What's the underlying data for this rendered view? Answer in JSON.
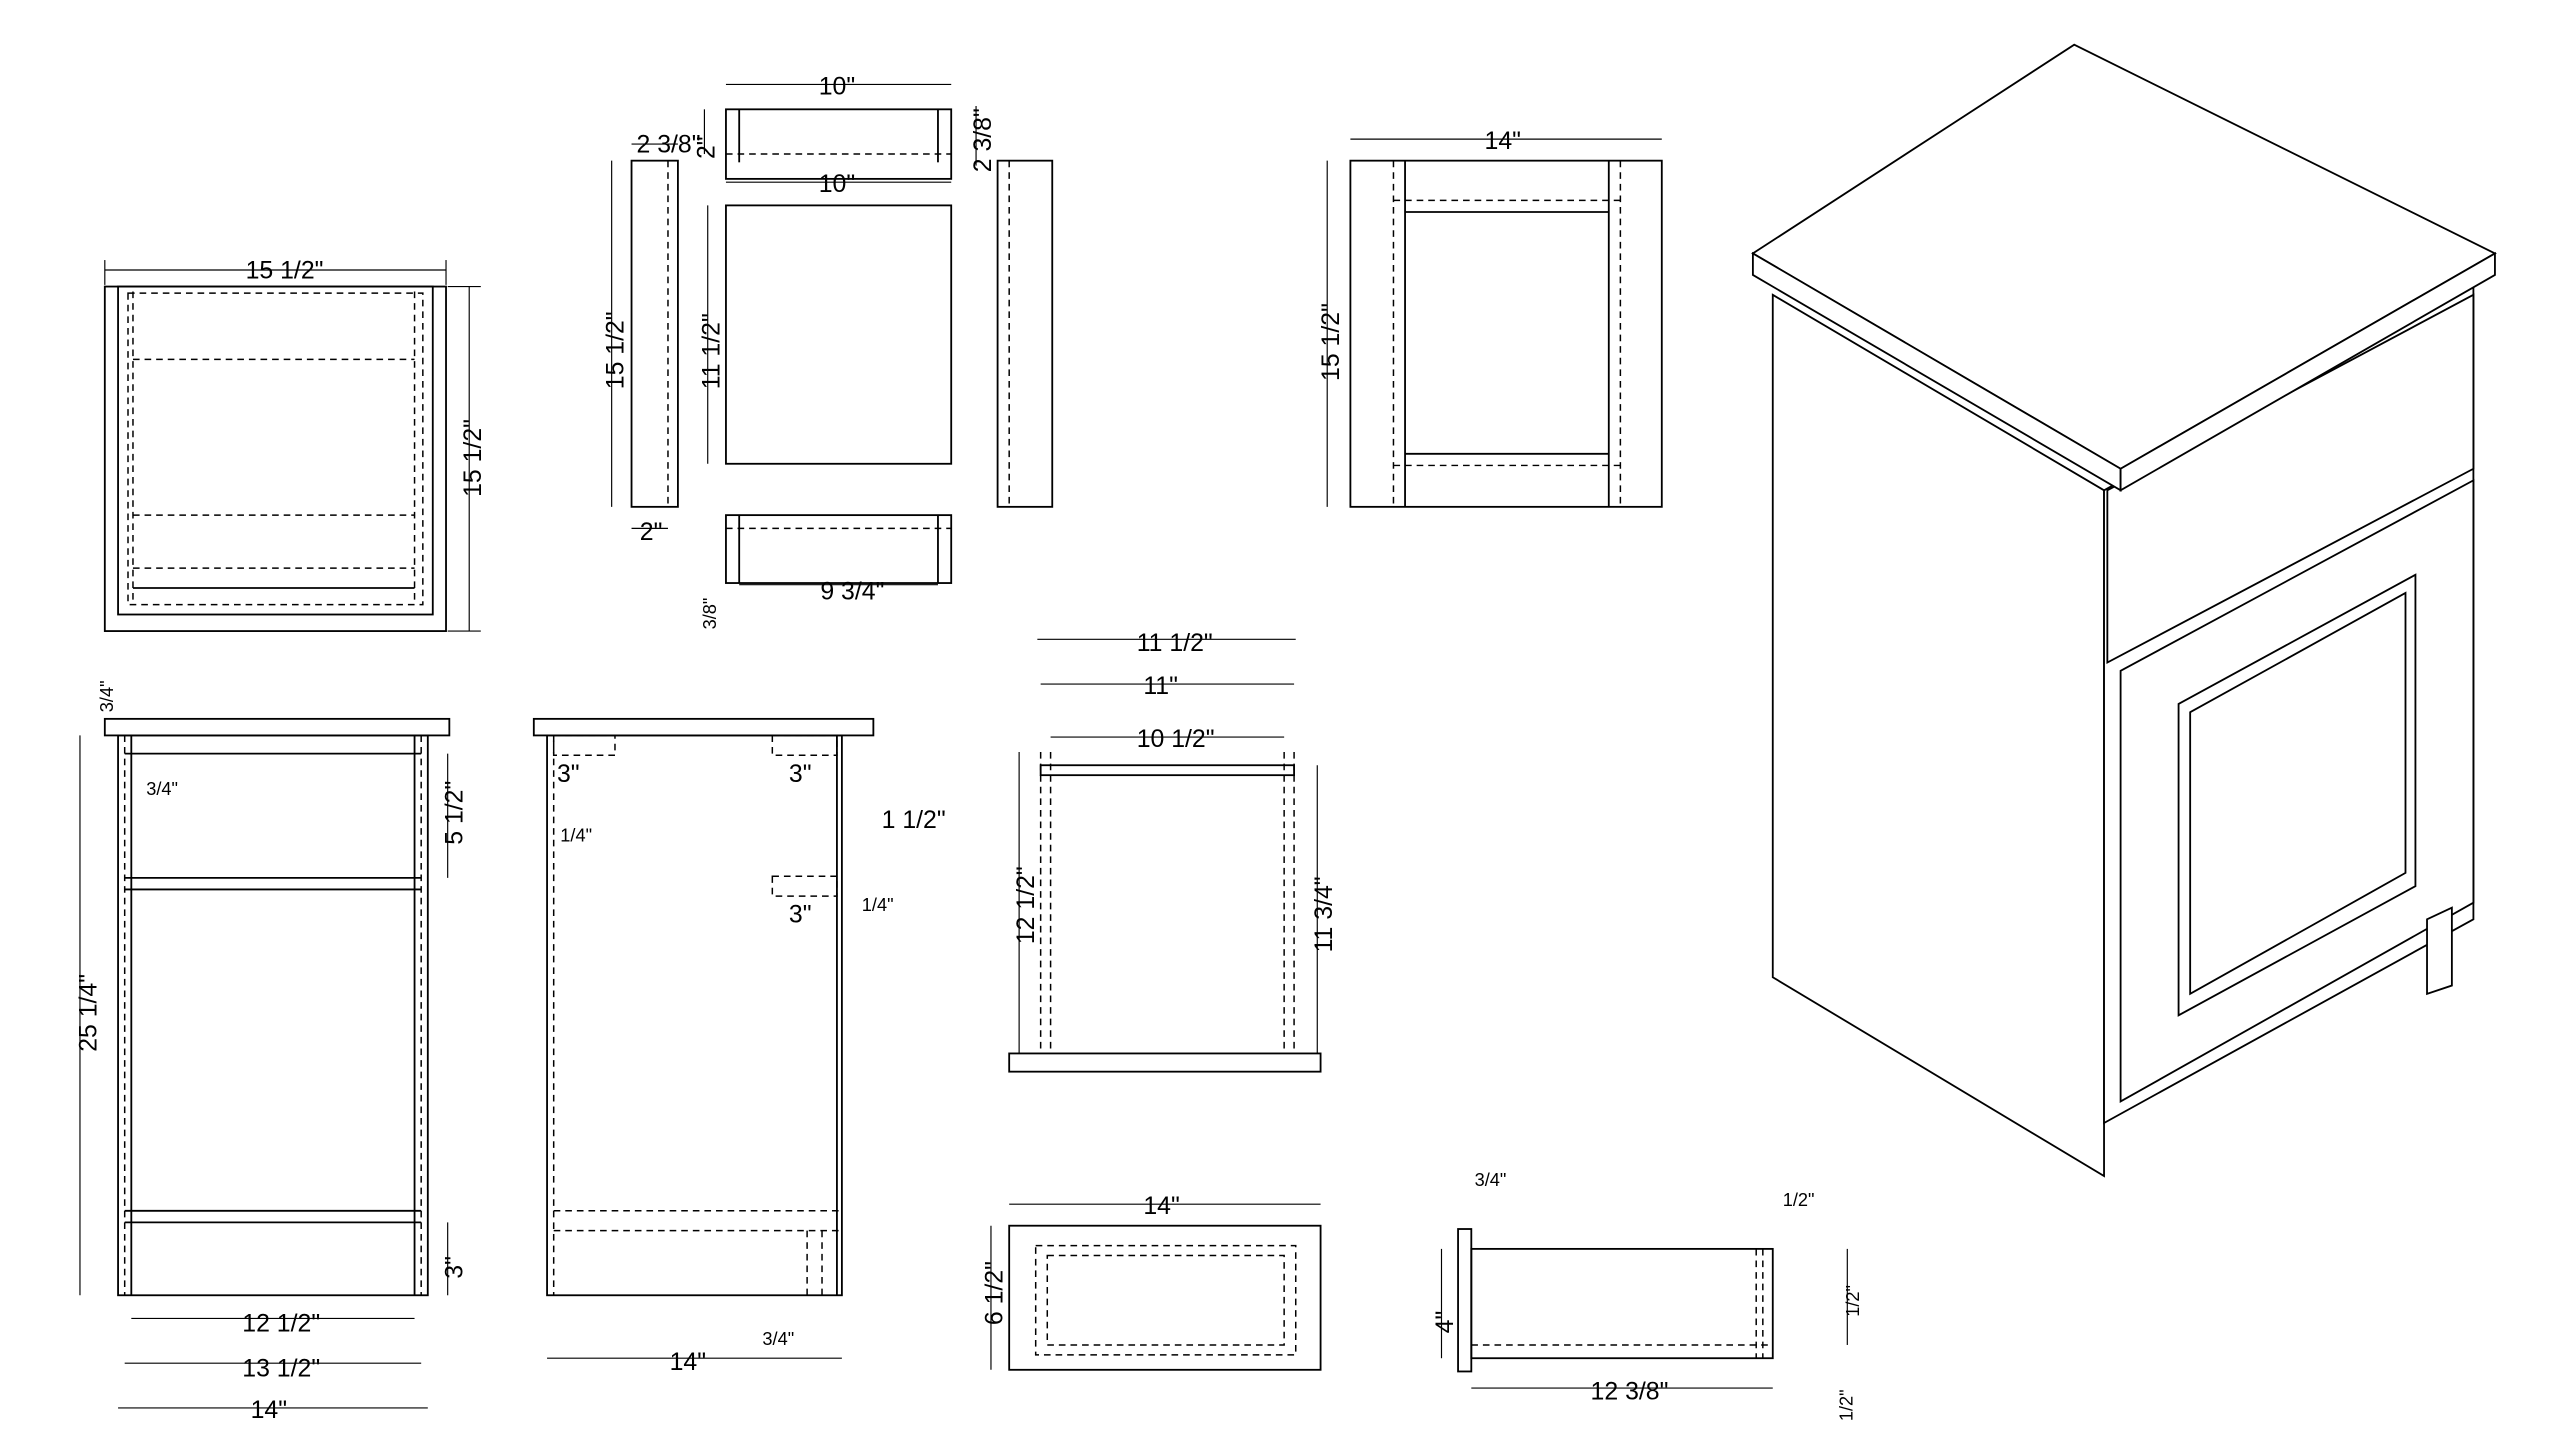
{
  "drawing": {
    "drawer_front_back": {
      "width": "15 1/2\"",
      "height": "15 1/2\""
    },
    "door_parts": {
      "stile_width": "2 3/8\"",
      "stile_height": "15 1/2\"",
      "stile_tenon": "2\"",
      "top_rail_length": "10\"",
      "top_rail_height": "2\"",
      "top_rail_right": "2 3/8\"",
      "panel_width": "10\"",
      "panel_height": "11 1/2\"",
      "bottom_rail_length": "9 3/4\"",
      "bottom_rail_offset": "3/8\""
    },
    "door_assembly": {
      "width": "14\"",
      "height": "15 1/2\""
    },
    "carcass_front": {
      "top_thickness": "3/4\"",
      "side_thickness": "3/4\"",
      "overall_height": "25 1/4\"",
      "drawer_opening": "5 1/2\"",
      "toe_kick": "3\"",
      "inner_width": "12 1/2\"",
      "mid_width": "13 1/2\"",
      "outer_width": "14\""
    },
    "carcass_side": {
      "rail_top_left": "3\"",
      "rail_top_right": "3\"",
      "rail_mid": "3\"",
      "back_groove_top": "1/4\"",
      "back_groove_mid": "1/4\"",
      "overhang": "1 1/2\"",
      "leg": "3/4\"",
      "depth": "14\""
    },
    "drawer_box": {
      "outer_width": "11 1/2\"",
      "mid_width": "11\"",
      "inner_width": "10 1/2\"",
      "height_left": "12 1/2\"",
      "height_right": "11 3/4\""
    },
    "drawer_face": {
      "width": "14\"",
      "height": "6 1/2\""
    },
    "drawer_side": {
      "front_thickness": "3/4\"",
      "back_thickness": "1/2\"",
      "height": "4\"",
      "length": "12 3/8\"",
      "bottom_groove": "1/2\"",
      "bottom_thickness": "1/2\""
    }
  }
}
